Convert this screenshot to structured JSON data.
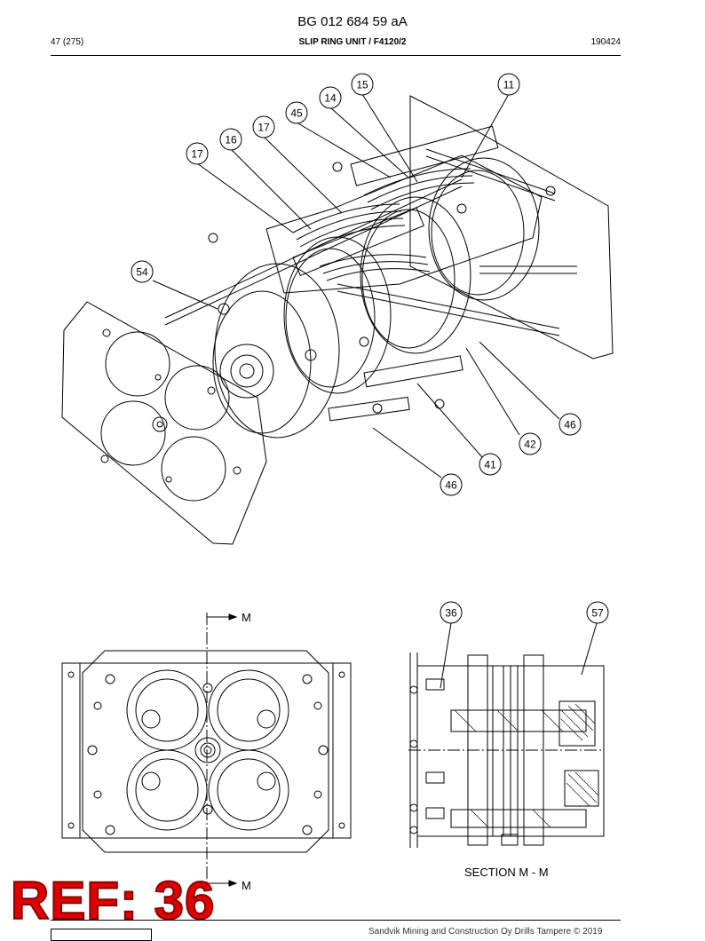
{
  "header": {
    "doc_id": "BG 012 684 59 aA",
    "page": "47 (275)",
    "title": "SLIP RING UNIT / F4120/2",
    "date": "190424"
  },
  "iso_callouts": [
    "15",
    "11",
    "14",
    "45",
    "17",
    "16",
    "17",
    "54",
    "46",
    "42",
    "41",
    "46"
  ],
  "section_callouts": [
    "36",
    "57"
  ],
  "section_markers": {
    "top": "M",
    "bottom": "M"
  },
  "section_label": "SECTION M - M",
  "stamp": "REF: 36",
  "footer": "Sandvik Mining and Construction Oy Drills Tampere © 2019"
}
